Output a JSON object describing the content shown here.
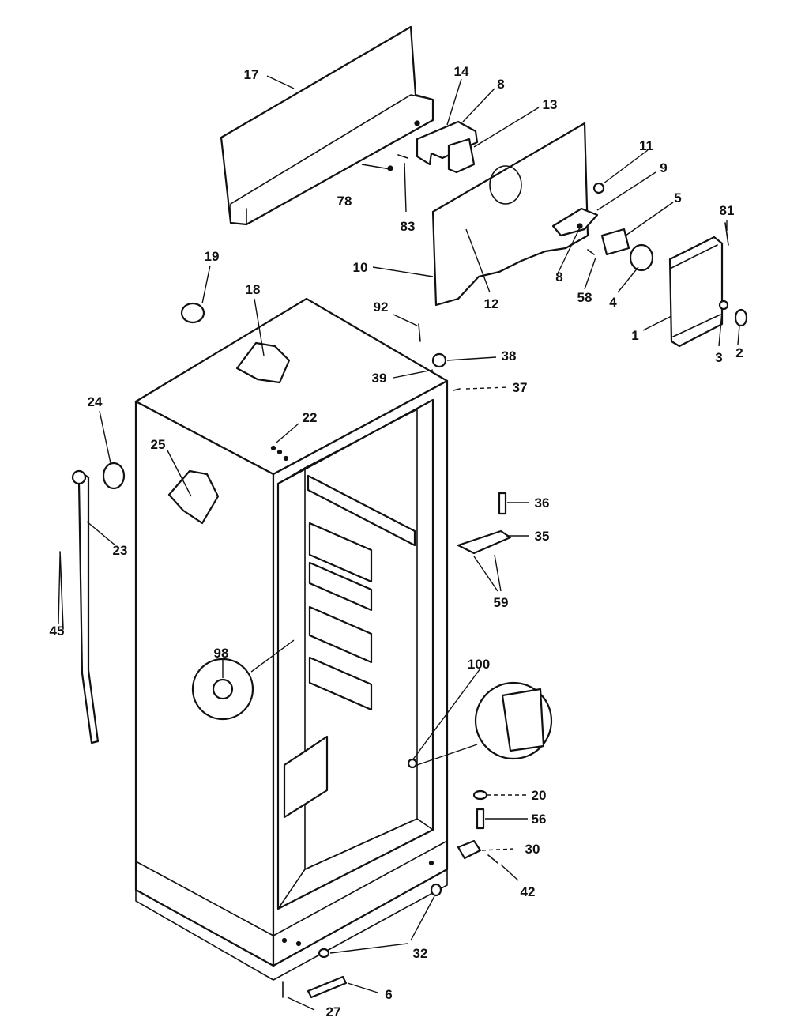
{
  "callouts": {
    "p1": "1",
    "p2": "2",
    "p3": "3",
    "p4": "4",
    "p5": "5",
    "p6": "6",
    "p8a": "8",
    "p8b": "8",
    "p9": "9",
    "p10": "10",
    "p11": "11",
    "p12": "12",
    "p13": "13",
    "p14": "14",
    "p17": "17",
    "p18": "18",
    "p19": "19",
    "p20": "20",
    "p22": "22",
    "p23": "23",
    "p24": "24",
    "p25": "25",
    "p27": "27",
    "p30": "30",
    "p32": "32",
    "p35": "35",
    "p36": "36",
    "p37": "37",
    "p38": "38",
    "p39": "39",
    "p42": "42",
    "p45": "45",
    "p56": "56",
    "p58": "58",
    "p59": "59",
    "p78": "78",
    "p81": "81",
    "p83": "83",
    "p92": "92",
    "p98": "98",
    "p100": "100"
  },
  "colors": {
    "ink": "#111111",
    "paper": "#ffffff"
  }
}
